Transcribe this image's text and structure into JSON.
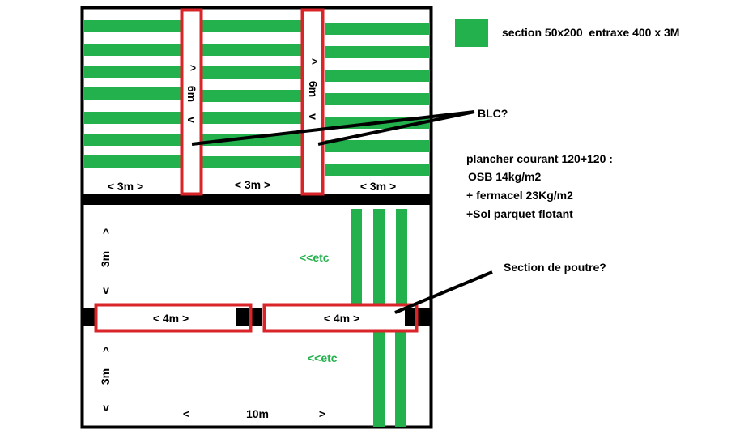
{
  "colors": {
    "joist": "#22b14c",
    "outline": "#000000",
    "highlight": "#d9252a",
    "background": "#ffffff"
  },
  "legend": {
    "text": "section 50x200  entraxe 400 x 3M"
  },
  "upper_floor": {
    "span_label_vertical": "6m",
    "arrow_up": "^",
    "arrow_down": "v",
    "span_label_horizontal": "< 3m >"
  },
  "lower_floor": {
    "left_arrow_up": "^",
    "left_arrow_down": "v",
    "left_span": "3m",
    "beam_span": "<  4m  >",
    "etc_label": "<<etc",
    "bottom_left_arrow": "<",
    "bottom_right_arrow": ">",
    "bottom_span": "10m"
  },
  "annotations": {
    "blc": "BLC?",
    "floor_title": "plancher courant 120+120 :",
    "layer_1": "OSB 14kg/m2",
    "layer_2": "+ fermacel 23Kg/m2",
    "layer_3": "+Sol parquet flotant",
    "beam_question": "Section de poutre?"
  }
}
